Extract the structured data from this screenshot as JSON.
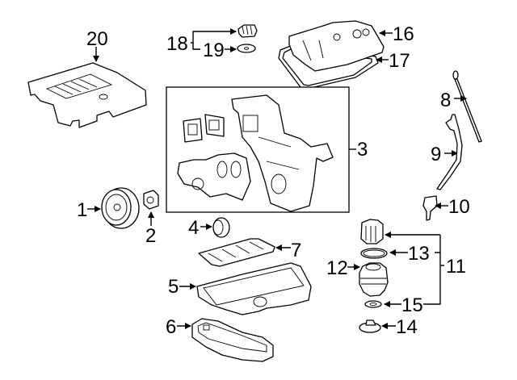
{
  "diagram": {
    "type": "exploded-parts-diagram",
    "subject": "engine parts",
    "callouts": [
      {
        "id": "1",
        "label": "1",
        "part": "crankshaft-pulley"
      },
      {
        "id": "2",
        "label": "2",
        "part": "pulley-bolt"
      },
      {
        "id": "3",
        "label": "3",
        "part": "timing-cover-kit"
      },
      {
        "id": "4",
        "label": "4",
        "part": "front-seal"
      },
      {
        "id": "5",
        "label": "5",
        "part": "upper-oil-pan"
      },
      {
        "id": "6",
        "label": "6",
        "part": "lower-oil-pan"
      },
      {
        "id": "7",
        "label": "7",
        "part": "oil-baffle"
      },
      {
        "id": "8",
        "label": "8",
        "part": "dipstick"
      },
      {
        "id": "9",
        "label": "9",
        "part": "dipstick-tube"
      },
      {
        "id": "10",
        "label": "10",
        "part": "oil-pressure-sender"
      },
      {
        "id": "11",
        "label": "11",
        "part": "oil-filter-assembly"
      },
      {
        "id": "12",
        "label": "12",
        "part": "oil-filter-housing"
      },
      {
        "id": "13",
        "label": "13",
        "part": "housing-o-ring"
      },
      {
        "id": "14",
        "label": "14",
        "part": "drain-plug"
      },
      {
        "id": "15",
        "label": "15",
        "part": "drain-plug-gasket"
      },
      {
        "id": "16",
        "label": "16",
        "part": "valve-cover"
      },
      {
        "id": "17",
        "label": "17",
        "part": "valve-cover-gasket"
      },
      {
        "id": "18",
        "label": "18",
        "part": "oil-filler-cap-assembly"
      },
      {
        "id": "19",
        "label": "19",
        "part": "filler-cap-gasket"
      },
      {
        "id": "20",
        "label": "20",
        "part": "engine-cover"
      }
    ]
  }
}
